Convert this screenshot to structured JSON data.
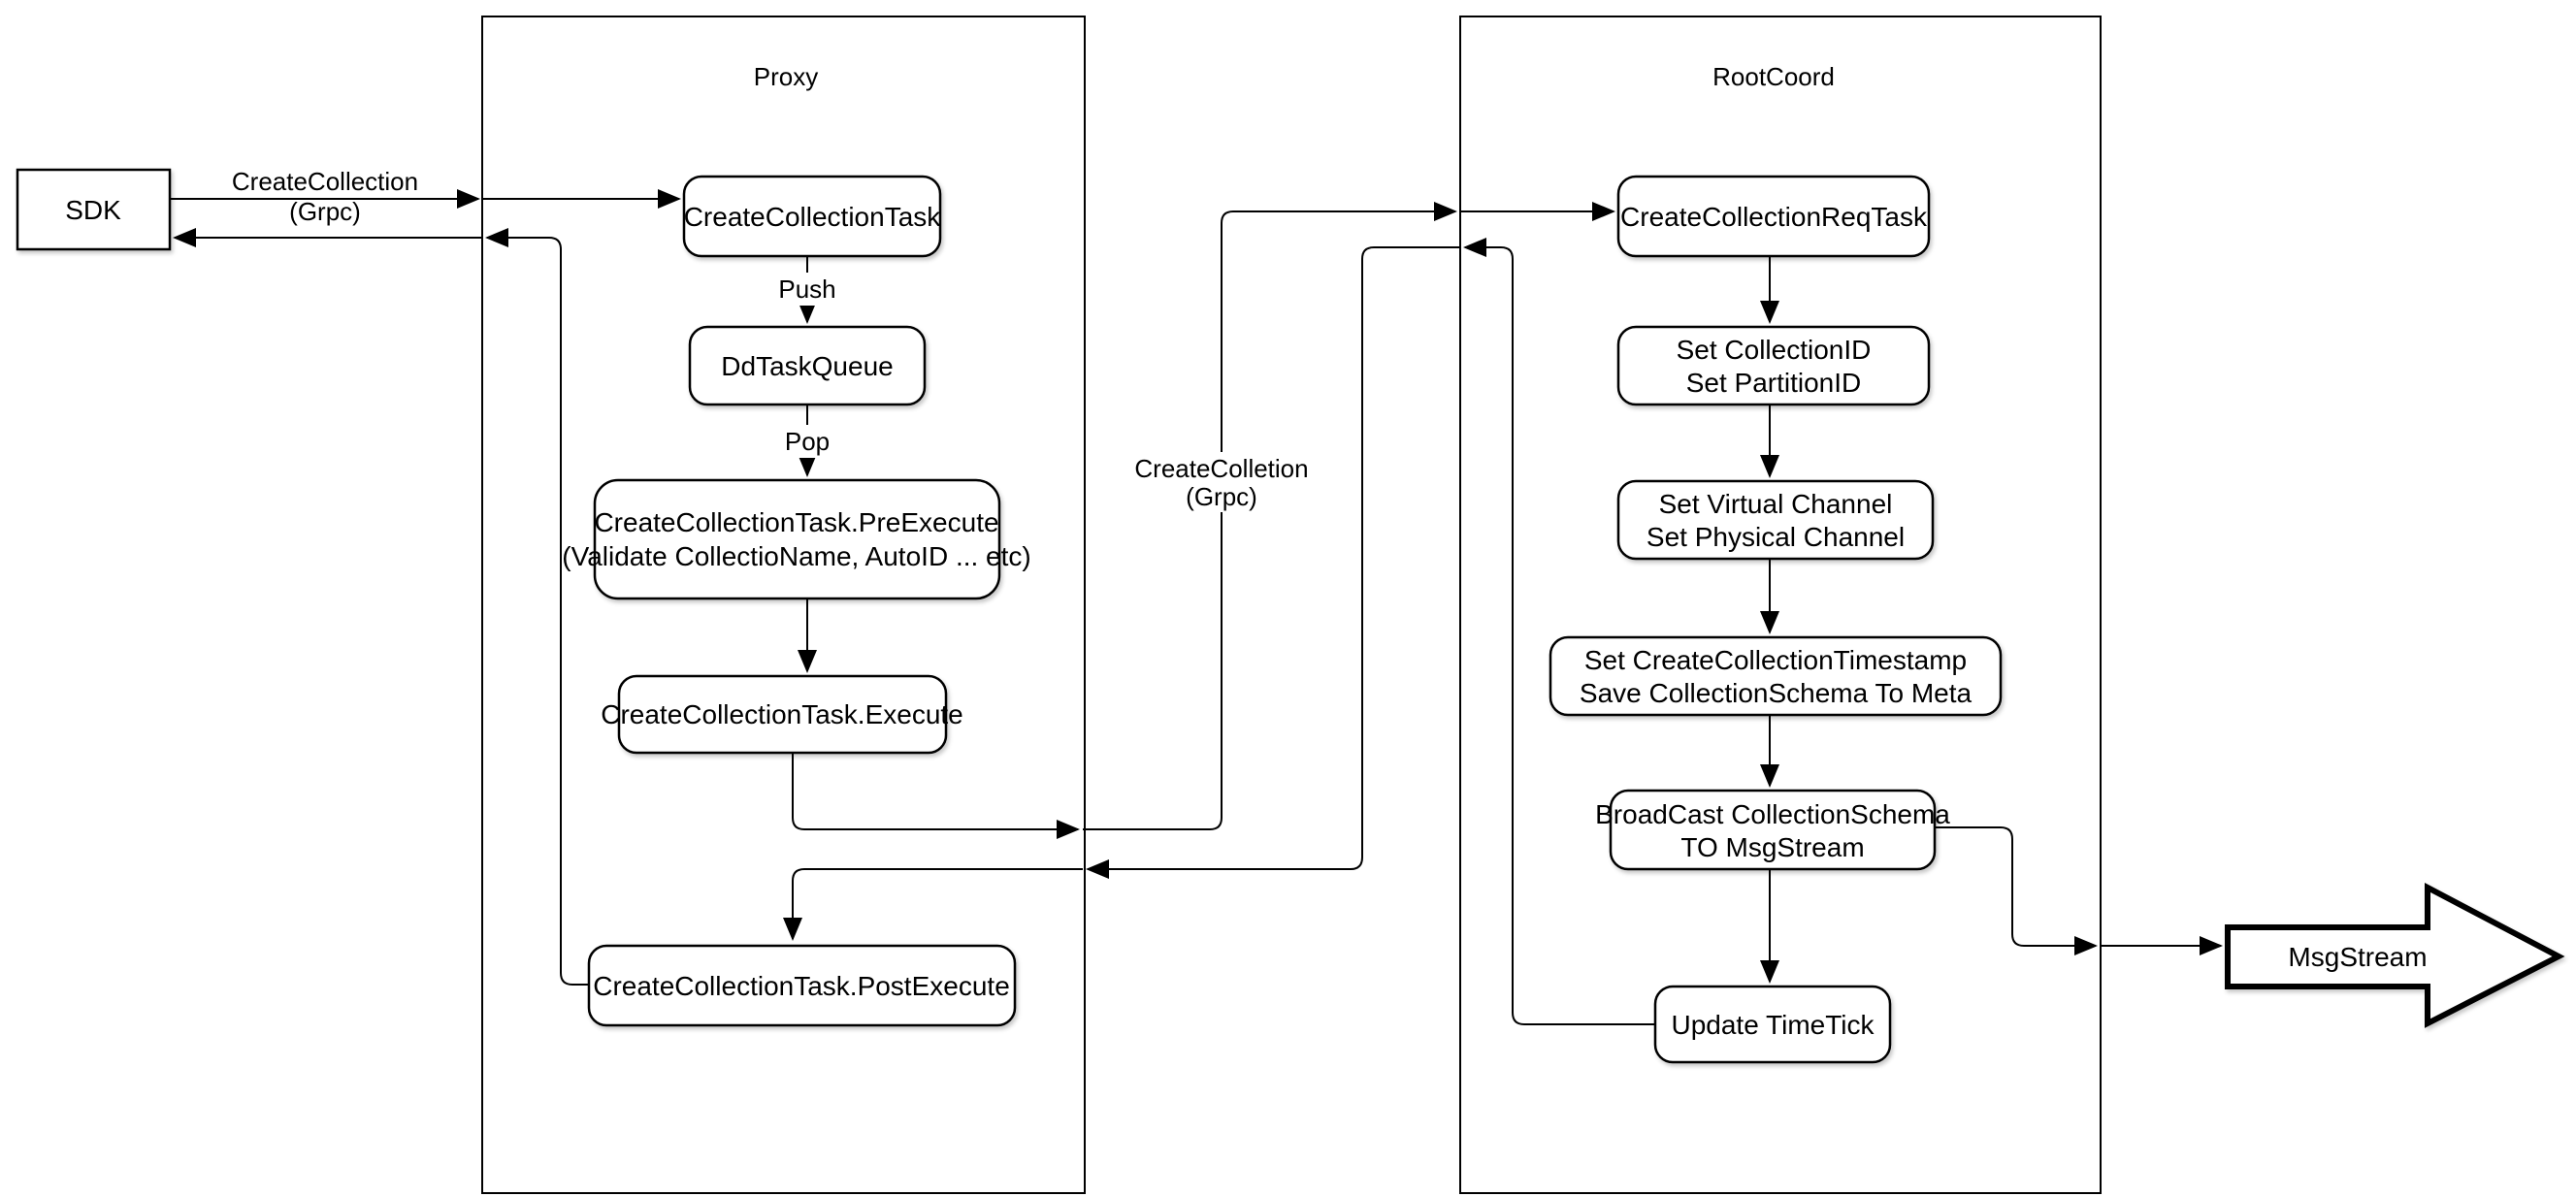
{
  "containers": {
    "proxy": {
      "title": "Proxy"
    },
    "rootcoord": {
      "title": "RootCoord"
    }
  },
  "nodes": {
    "sdk": {
      "label": "SDK"
    },
    "create_collection_task": {
      "label": "CreateCollectionTask"
    },
    "dd_task_queue": {
      "label": "DdTaskQueue"
    },
    "pre_execute": {
      "line1": "CreateCollectionTask.PreExecute",
      "line2": "(Validate CollectioName, AutoID ... etc)"
    },
    "execute": {
      "label": "CreateCollectionTask.Execute"
    },
    "post_execute": {
      "label": "CreateCollectionTask.PostExecute"
    },
    "req_task": {
      "label": "CreateCollectionReqTask"
    },
    "set_ids": {
      "line1": "Set CollectionID",
      "line2": "Set PartitionID"
    },
    "set_channels": {
      "line1": "Set Virtual Channel",
      "line2": "Set Physical Channel"
    },
    "set_timestamp": {
      "line1": "Set CreateCollectionTimestamp",
      "line2": "Save CollectionSchema To Meta"
    },
    "broadcast": {
      "line1": "BroadCast CollectionSchema",
      "line2": "TO MsgStream"
    },
    "update_timetick": {
      "label": "Update TimeTick"
    },
    "msgstream": {
      "label": "MsgStream"
    }
  },
  "edge_labels": {
    "sdk_grpc": {
      "line1": "CreateCollection",
      "line2": "(Grpc)"
    },
    "mid_grpc": {
      "line1": "CreateColletion",
      "line2": "(Grpc)"
    },
    "push": "Push",
    "pop": "Pop"
  },
  "colors": {
    "line": "#000000",
    "node_fill": "#ffffff",
    "background": "#ffffff"
  }
}
